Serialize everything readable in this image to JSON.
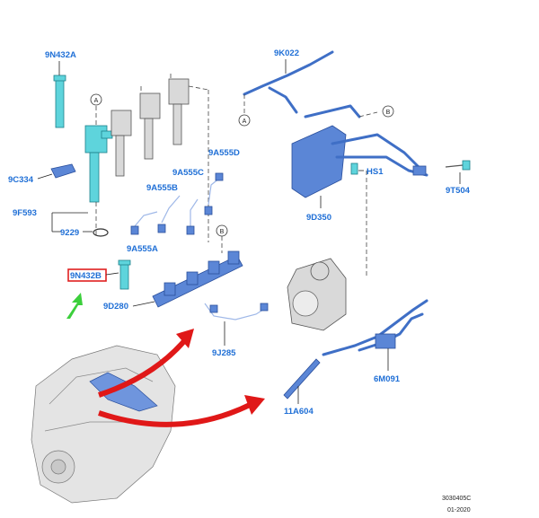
{
  "callouts": {
    "injector_bolt": "9N432A",
    "clamp": "9C334",
    "injector": "9F593",
    "seal": "9229",
    "fuel_return": "9K022",
    "pipe_d": "9A555D",
    "pipe_c": "9A555C",
    "pipe_b": "9A555B",
    "pipe_a": "9A555A",
    "bolt_highlight": "9N432B",
    "fuel_rail": "9D280",
    "pump_pipe": "9J285",
    "pump_assembly": "9D350",
    "hose_clip": "HS1",
    "sensor": "9T504",
    "bracket": "11A604",
    "harness": "6M091"
  },
  "refs": {
    "a_top": "A",
    "a_side": "A",
    "b_rail": "B",
    "b_pump": "B"
  },
  "footer": {
    "diagram_id": "3030405C",
    "date": "01-2020"
  },
  "colors": {
    "label": "#1f6fd6",
    "highlight_box": "#e02020",
    "arrow_green": "#3ccf3c",
    "arrow_red": "#e01818",
    "pipe": "#3f6fc6",
    "cyan_part": "#5ed4dc"
  }
}
